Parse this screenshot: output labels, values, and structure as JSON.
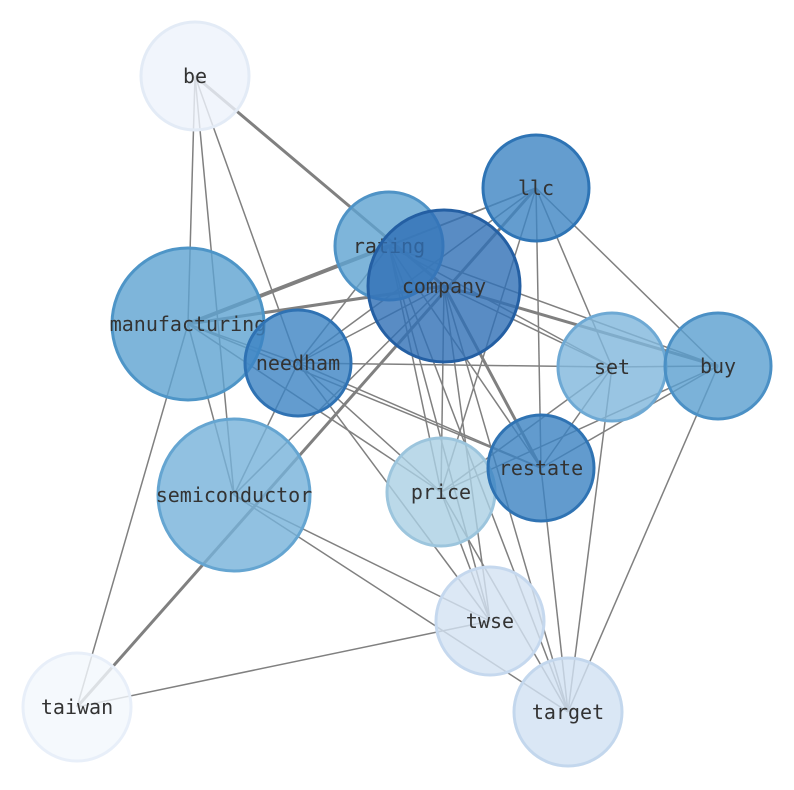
{
  "nodes": [
    {
      "id": "be",
      "label": "be",
      "fill": "#eef3fb",
      "stroke": "#e3ebf6"
    },
    {
      "id": "llc",
      "label": "llc",
      "fill": "#3d85c3",
      "stroke": "#2e74b5"
    },
    {
      "id": "rating",
      "label": "rating",
      "fill": "#5ea2d1",
      "stroke": "#4f93c6"
    },
    {
      "id": "company",
      "label": "company",
      "fill": "#2f6fb5",
      "stroke": "#245fa3"
    },
    {
      "id": "manufacturing",
      "label": "manufacturing",
      "fill": "#5ea3d1",
      "stroke": "#4e95c7"
    },
    {
      "id": "needham",
      "label": "needham",
      "fill": "#3c83c3",
      "stroke": "#2f72b3"
    },
    {
      "id": "set",
      "label": "set",
      "fill": "#7fb7dc",
      "stroke": "#6ea9d4"
    },
    {
      "id": "buy",
      "label": "buy",
      "fill": "#5a9fcf",
      "stroke": "#4b90c5"
    },
    {
      "id": "semiconductor",
      "label": "semiconductor",
      "fill": "#75b2d9",
      "stroke": "#65a5d1"
    },
    {
      "id": "price",
      "label": "price",
      "fill": "#aacfe3",
      "stroke": "#9cc5dd"
    },
    {
      "id": "restate",
      "label": "restate",
      "fill": "#3b82c2",
      "stroke": "#2f73b3"
    },
    {
      "id": "twse",
      "label": "twse",
      "fill": "#d3e2f2",
      "stroke": "#c5d8ee"
    },
    {
      "id": "target",
      "label": "target",
      "fill": "#d1e1f2",
      "stroke": "#c3d7ed"
    },
    {
      "id": "taiwan",
      "label": "taiwan",
      "fill": "#f3f7fd",
      "stroke": "#e8eff9"
    }
  ],
  "edges": [
    {
      "source": "be",
      "target": "company",
      "weight": 3
    },
    {
      "source": "be",
      "target": "manufacturing",
      "weight": 1.5
    },
    {
      "source": "be",
      "target": "semiconductor",
      "weight": 1.5
    },
    {
      "source": "be",
      "target": "needham",
      "weight": 1.5
    },
    {
      "source": "llc",
      "target": "taiwan",
      "weight": 3
    },
    {
      "source": "llc",
      "target": "rating",
      "weight": 1.5
    },
    {
      "source": "llc",
      "target": "needham",
      "weight": 1.5
    },
    {
      "source": "llc",
      "target": "set",
      "weight": 1.5
    },
    {
      "source": "llc",
      "target": "buy",
      "weight": 1.5
    },
    {
      "source": "llc",
      "target": "restate",
      "weight": 1.5
    },
    {
      "source": "llc",
      "target": "price",
      "weight": 1.5
    },
    {
      "source": "llc",
      "target": "manufacturing",
      "weight": 1.5
    },
    {
      "source": "rating",
      "target": "manufacturing",
      "weight": 4
    },
    {
      "source": "rating",
      "target": "buy",
      "weight": 1.5
    },
    {
      "source": "rating",
      "target": "set",
      "weight": 1.5
    },
    {
      "source": "rating",
      "target": "restate",
      "weight": 1.5
    },
    {
      "source": "rating",
      "target": "twse",
      "weight": 1.5
    },
    {
      "source": "rating",
      "target": "target",
      "weight": 1.5
    },
    {
      "source": "rating",
      "target": "price",
      "weight": 1.5
    },
    {
      "source": "rating",
      "target": "needham",
      "weight": 1.5
    },
    {
      "source": "company",
      "target": "buy",
      "weight": 3
    },
    {
      "source": "company",
      "target": "restate",
      "weight": 3
    },
    {
      "source": "company",
      "target": "manufacturing",
      "weight": 3
    },
    {
      "source": "company",
      "target": "needham",
      "weight": 1.5
    },
    {
      "source": "company",
      "target": "set",
      "weight": 1.5
    },
    {
      "source": "company",
      "target": "price",
      "weight": 1.5
    },
    {
      "source": "company",
      "target": "twse",
      "weight": 1.5
    },
    {
      "source": "company",
      "target": "target",
      "weight": 1.5
    },
    {
      "source": "company",
      "target": "semiconductor",
      "weight": 1.5
    },
    {
      "source": "manufacturing",
      "target": "needham",
      "weight": 1.5
    },
    {
      "source": "manufacturing",
      "target": "semiconductor",
      "weight": 1.5
    },
    {
      "source": "manufacturing",
      "target": "taiwan",
      "weight": 1.5
    },
    {
      "source": "manufacturing",
      "target": "restate",
      "weight": 1.5
    },
    {
      "source": "manufacturing",
      "target": "price",
      "weight": 1.5
    },
    {
      "source": "needham",
      "target": "set",
      "weight": 1.5
    },
    {
      "source": "needham",
      "target": "restate",
      "weight": 1.5
    },
    {
      "source": "needham",
      "target": "semiconductor",
      "weight": 1.5
    },
    {
      "source": "needham",
      "target": "twse",
      "weight": 1.5
    },
    {
      "source": "needham",
      "target": "price",
      "weight": 1.5
    },
    {
      "source": "set",
      "target": "buy",
      "weight": 1.5
    },
    {
      "source": "set",
      "target": "target",
      "weight": 1.5
    },
    {
      "source": "set",
      "target": "price",
      "weight": 1.5
    },
    {
      "source": "set",
      "target": "restate",
      "weight": 1.5
    },
    {
      "source": "buy",
      "target": "target",
      "weight": 1.5
    },
    {
      "source": "buy",
      "target": "restate",
      "weight": 1.5
    },
    {
      "source": "buy",
      "target": "price",
      "weight": 1.5
    },
    {
      "source": "semiconductor",
      "target": "twse",
      "weight": 1.5
    },
    {
      "source": "semiconductor",
      "target": "target",
      "weight": 1.5
    },
    {
      "source": "price",
      "target": "twse",
      "weight": 1.5
    },
    {
      "source": "price",
      "target": "target",
      "weight": 1.5
    },
    {
      "source": "restate",
      "target": "target",
      "weight": 1.5
    },
    {
      "source": "twse",
      "target": "taiwan",
      "weight": 1.5
    }
  ]
}
